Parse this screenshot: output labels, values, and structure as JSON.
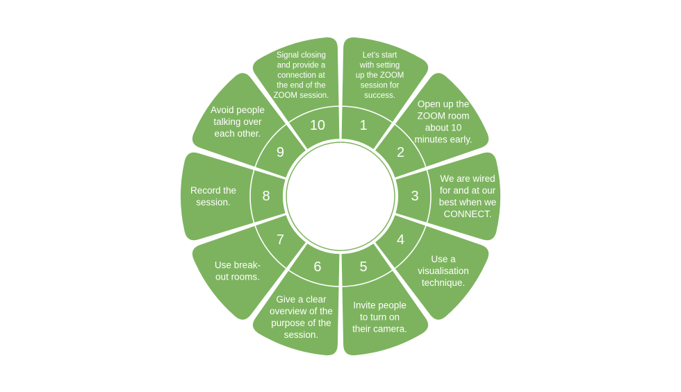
{
  "colors": {
    "segment_fill": "#7db35f",
    "divider": "#ffffff",
    "text": "#ffffff",
    "center": "#ffffff"
  },
  "segments": [
    {
      "number": "1",
      "lines": [
        "Let’s start",
        "with setting",
        "up the ZOOM",
        "session for",
        "success."
      ]
    },
    {
      "number": "2",
      "lines": [
        "Open up the",
        "ZOOM room",
        "about 10",
        "minutes early."
      ]
    },
    {
      "number": "3",
      "lines": [
        "We are wired",
        "for and at our",
        "best when we",
        "CONNECT."
      ]
    },
    {
      "number": "4",
      "lines": [
        "Use a",
        "visualisation",
        "technique."
      ]
    },
    {
      "number": "5",
      "lines": [
        "Invite people",
        "to turn on",
        "their camera."
      ]
    },
    {
      "number": "6",
      "lines": [
        "Give a clear",
        "overview of the",
        "purpose of the",
        "session."
      ]
    },
    {
      "number": "7",
      "lines": [
        "Use break-",
        "out rooms."
      ]
    },
    {
      "number": "8",
      "lines": [
        "Record the",
        "session."
      ]
    },
    {
      "number": "9",
      "lines": [
        "Avoid people",
        "talking over",
        "each other."
      ]
    },
    {
      "number": "10",
      "lines": [
        "Signal closing",
        "and provide a",
        "connection at",
        "the end of the",
        "ZOOM session."
      ]
    }
  ]
}
